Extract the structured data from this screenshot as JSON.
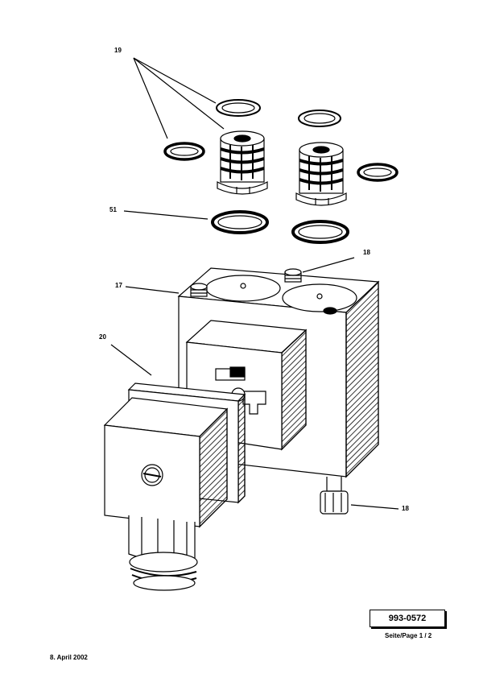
{
  "callouts": {
    "c19": "19",
    "c51": "51",
    "c18a": "18",
    "c17": "17",
    "c20": "20",
    "c18b": "18"
  },
  "title_block": {
    "drawing_number": "993-0572",
    "page": "Seite/Page 1 / 2"
  },
  "footer": {
    "date": "8. April 2002"
  }
}
